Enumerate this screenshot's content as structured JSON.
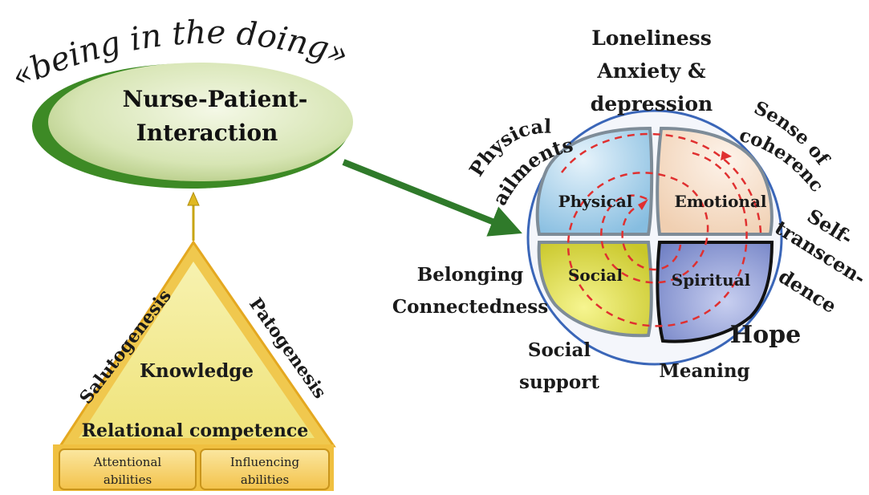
{
  "banner": "«being in the doing»",
  "interaction": {
    "line1": "Nurse-Patient-",
    "line2": "Interaction"
  },
  "triangle": {
    "left_side": "Salutogenesis",
    "right_side": "Patogenesis",
    "center": "Knowledge",
    "base": "Relational competence",
    "box_left": {
      "line1": "Attentional",
      "line2": "abilities"
    },
    "box_right": {
      "line1": "Influencing",
      "line2": "abilities"
    }
  },
  "sphere": {
    "quadrants": {
      "physical": "Physical",
      "emotional": "Emotional",
      "social": "Social",
      "spiritual": "Spiritual"
    }
  },
  "outer_labels": {
    "top": {
      "line1": "Loneliness",
      "line2": "Anxiety &",
      "line3": "depression"
    },
    "physical_ailments": {
      "line1": "Physical",
      "line2": "ailments"
    },
    "sense_of_coherence": {
      "line1": "Sense of",
      "line2": "coherence"
    },
    "self_transcendence": {
      "line1": "Self-",
      "line2": "transcen-",
      "line3": "dence"
    },
    "belonging": "Belonging",
    "connectedness": "Connectedness",
    "social_support": {
      "line1": "Social",
      "line2": "support"
    },
    "meaning": "Meaning",
    "hope": "Hope"
  },
  "colors": {
    "ellipse_fill": "#d8e6b8",
    "ellipse_shadow": "#3d8a25",
    "arrow_green": "#2f7a2a",
    "triangle_fill": "#f4ee9a",
    "triangle_edge": "#e8b830",
    "physical": "#a8d2ea",
    "emotional": "#f6e0cc",
    "social": "#e6e34a",
    "spiritual": "#8a96d0",
    "dashed_red": "#e03030",
    "sphere_outline": "#3a66b8"
  }
}
